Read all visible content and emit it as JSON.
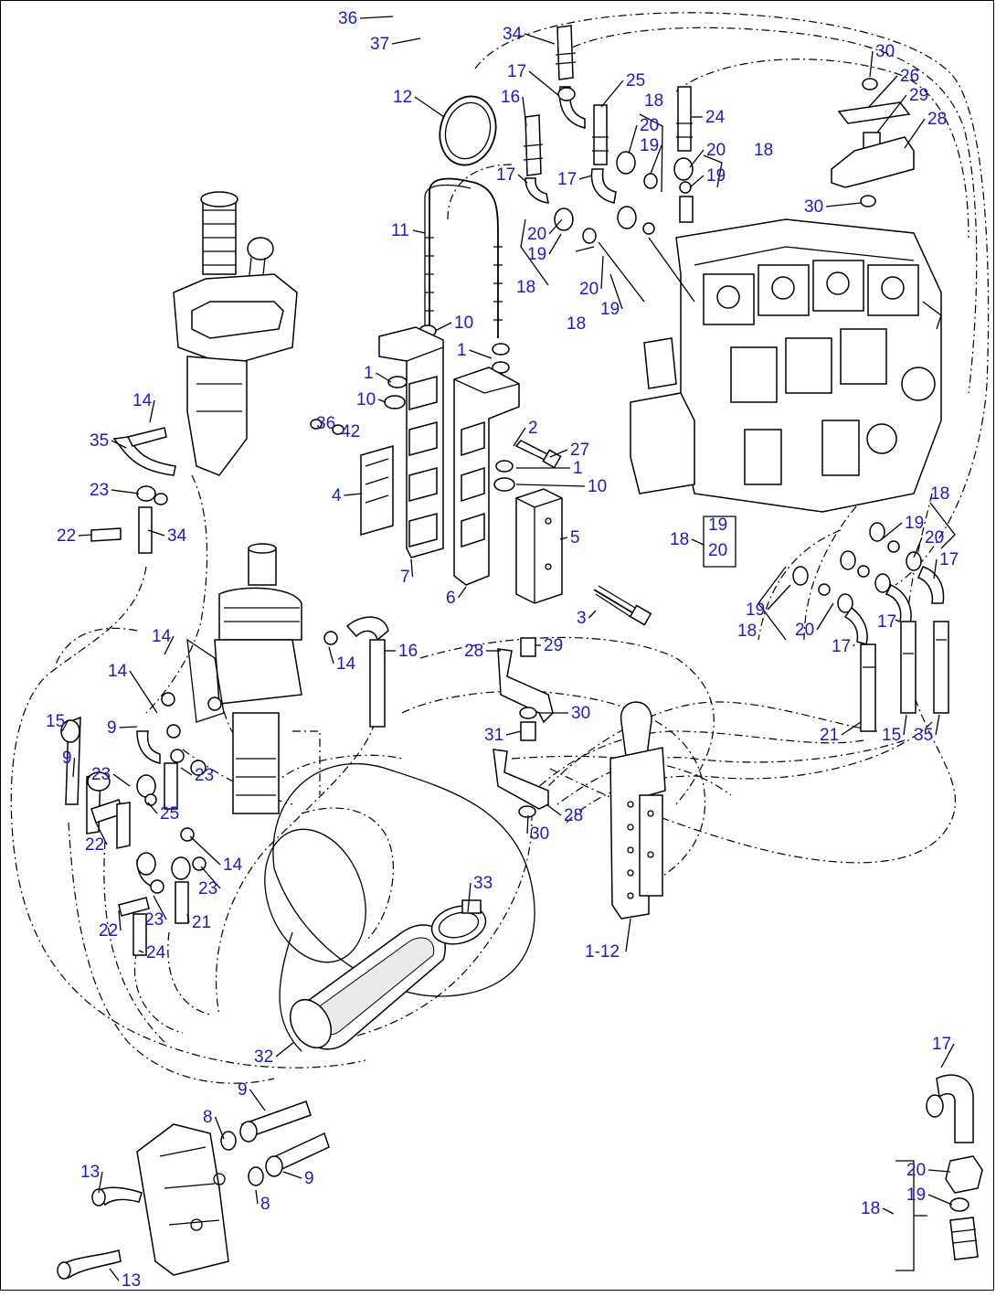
{
  "diagram": {
    "background": "#ffffff",
    "line_color": "#000000",
    "callout_color": "#1a1acc",
    "callouts": [
      "36",
      "37",
      "34",
      "12",
      "17",
      "16",
      "25",
      "18",
      "24",
      "30",
      "26",
      "29",
      "28",
      "20",
      "19",
      "11",
      "10",
      "1",
      "2",
      "27",
      "42",
      "4",
      "7",
      "6",
      "5",
      "3",
      "14",
      "35",
      "23",
      "22",
      "15",
      "9",
      "21",
      "31",
      "33",
      "32",
      "8",
      "13",
      "1-12"
    ]
  }
}
